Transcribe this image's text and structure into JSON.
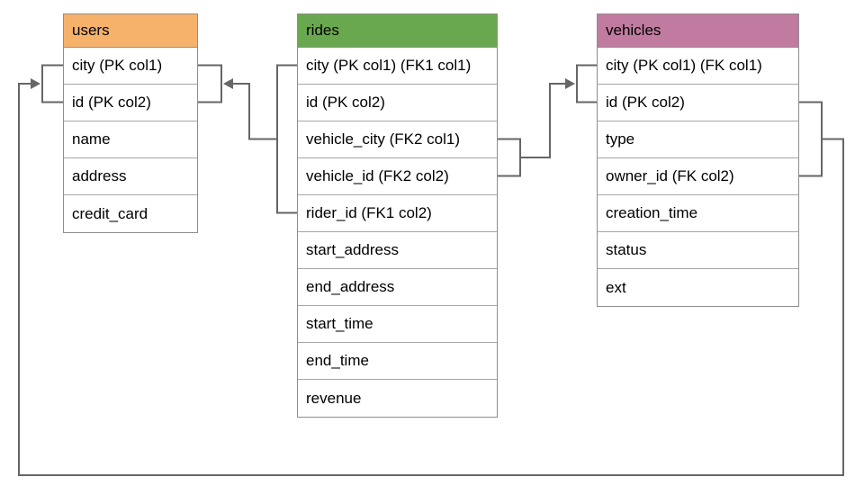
{
  "diagram": {
    "tables": [
      {
        "id": "users",
        "title": "users",
        "header_color": "#F6B26B",
        "columns": [
          "city (PK col1)",
          "id (PK col2)",
          "name",
          "address",
          "credit_card"
        ]
      },
      {
        "id": "rides",
        "title": "rides",
        "header_color": "#6AA84F",
        "columns": [
          "city (PK col1) (FK1 col1)",
          "id (PK col2)",
          "vehicle_city (FK2 col1)",
          "vehicle_id (FK2 col2)",
          "rider_id (FK1 col2)",
          "start_address",
          "end_address",
          "start_time",
          "end_time",
          "revenue"
        ]
      },
      {
        "id": "vehicles",
        "title": "vehicles",
        "header_color": "#C27BA0",
        "columns": [
          "city (PK col1) (FK col1)",
          "id (PK col2)",
          "type",
          "owner_id (FK col2)",
          "creation_time",
          "status",
          "ext"
        ]
      }
    ],
    "relationships": [
      {
        "name": "rides-to-users",
        "from": "rides (city, rider_id) FK1",
        "to": "users (city, id)"
      },
      {
        "name": "rides-to-vehicles",
        "from": "rides (vehicle_city, vehicle_id) FK2",
        "to": "vehicles (city, id)"
      },
      {
        "name": "vehicles-to-users",
        "from": "vehicles (id, owner_id) FK",
        "to": "users (city, id)"
      }
    ],
    "colors": {
      "users_header": "#F6B26B",
      "rides_header": "#6AA84F",
      "vehicles_header": "#C27BA0",
      "table_border": "#8E8E8E",
      "connector": "#666666",
      "background": "#FFFFFF"
    }
  }
}
